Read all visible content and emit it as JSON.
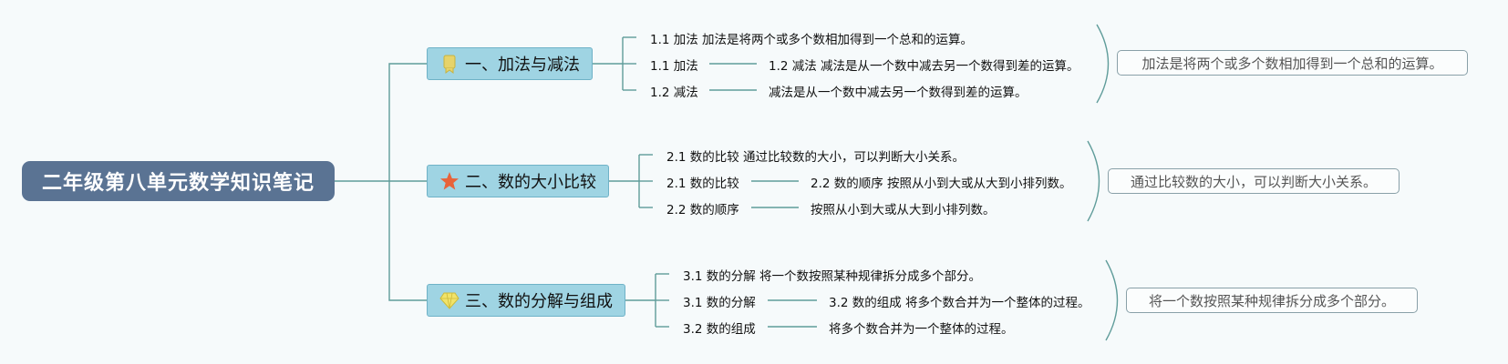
{
  "root": {
    "title": "二年级第八单元数学知识笔记"
  },
  "branches": [
    {
      "title": "一、加法与减法",
      "icon": "badge-icon",
      "leaves": [
        {
          "left": "1.1 加法 加法是将两个或多个数相加得到一个总和的运算。",
          "right": ""
        },
        {
          "left": "1.1 加法",
          "right": "1.2 减法 减法是从一个数中减去另一个数得到差的运算。"
        },
        {
          "left": "1.2 减法",
          "right": "减法是从一个数中减去另一个数得到差的运算。"
        }
      ],
      "summary": "加法是将两个或多个数相加得到一个总和的运算。"
    },
    {
      "title": "二、数的大小比较",
      "icon": "star-icon",
      "leaves": [
        {
          "left": "2.1 数的比较 通过比较数的大小，可以判断大小关系。",
          "right": ""
        },
        {
          "left": "2.1 数的比较",
          "right": "2.2 数的顺序 按照从小到大或从大到小排列数。"
        },
        {
          "left": "2.2 数的顺序",
          "right": "按照从小到大或从大到小排列数。"
        }
      ],
      "summary": "通过比较数的大小，可以判断大小关系。"
    },
    {
      "title": "三、数的分解与组成",
      "icon": "diamond-icon",
      "leaves": [
        {
          "left": "3.1 数的分解 将一个数按照某种规律拆分成多个部分。",
          "right": ""
        },
        {
          "left": "3.1 数的分解",
          "right": "3.2 数的组成 将多个数合并为一个整体的过程。"
        },
        {
          "left": "3.2 数的组成",
          "right": "将多个数合并为一个整体的过程。"
        }
      ],
      "summary": "将一个数按照某种规律拆分成多个部分。"
    }
  ],
  "colors": {
    "root": "#5a7393",
    "branch": "#9fd4e3",
    "line": "#5f9c9a"
  }
}
